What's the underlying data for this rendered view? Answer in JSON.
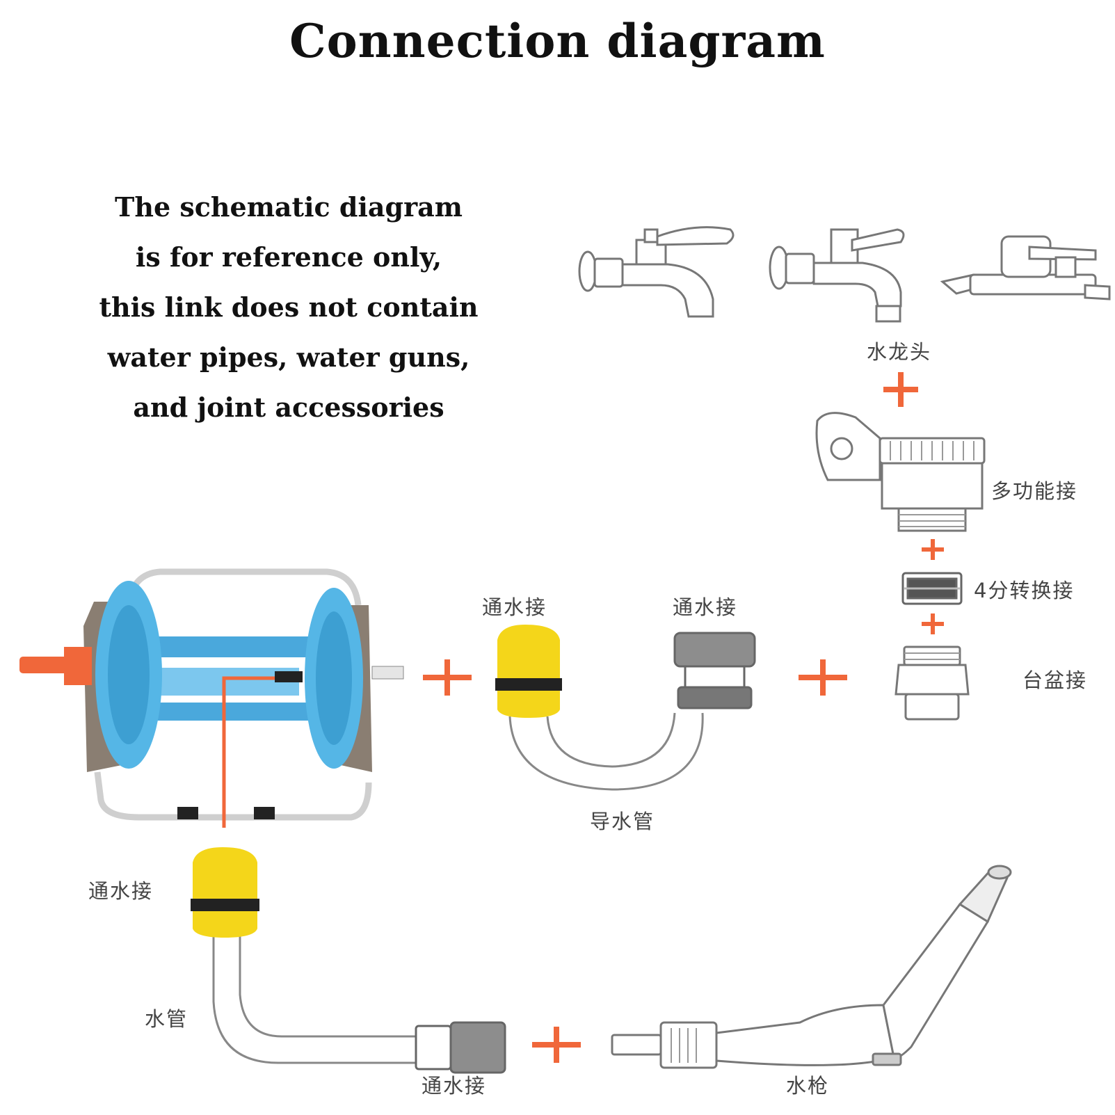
{
  "title": "Connection diagram",
  "note": [
    "The schematic diagram",
    "is for reference only,",
    "this link does not contain",
    "water pipes, water guns,",
    "and joint accessories"
  ],
  "labels": {
    "faucet": "水龙头",
    "multi_adapter": "多功能接",
    "conversion_adapter": "4分转换接",
    "basin_adapter": "台盆接",
    "connector_top_left": "通水接",
    "connector_top_right": "通水接",
    "guide_hose": "导水管",
    "connector_left": "通水接",
    "water_hose": "水管",
    "connector_bottom": "通水接",
    "water_gun": "水枪"
  },
  "colors": {
    "plus": "#f0673a",
    "reel": "#55b6e6",
    "connector": "#f4d61a",
    "reel_frame": "#8a7e72",
    "outline": "#777777"
  }
}
